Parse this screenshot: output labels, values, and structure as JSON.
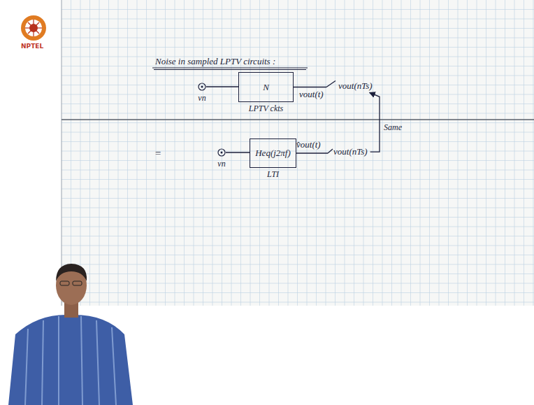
{
  "diagram": {
    "title": "Noise in sampled LPTV circuits :",
    "nodes": [
      {
        "text": [
          "vn"
        ]
      },
      {
        "text": [
          "N",
          "LPTV ckts"
        ]
      },
      {
        "text": [
          "vn"
        ]
      },
      {
        "text": [
          "Heq(j2πf)",
          "LTI"
        ]
      }
    ],
    "edges": [
      {
        "from": 0,
        "to": 1,
        "arrow": "none"
      },
      {
        "from": 2,
        "to": 3,
        "arrow": "none"
      }
    ],
    "labels": [
      "NPTEL",
      "vout(t)",
      "vout(nTs)",
      "=",
      "v̂out(t)",
      "vout(nTs)",
      "Same"
    ]
  }
}
